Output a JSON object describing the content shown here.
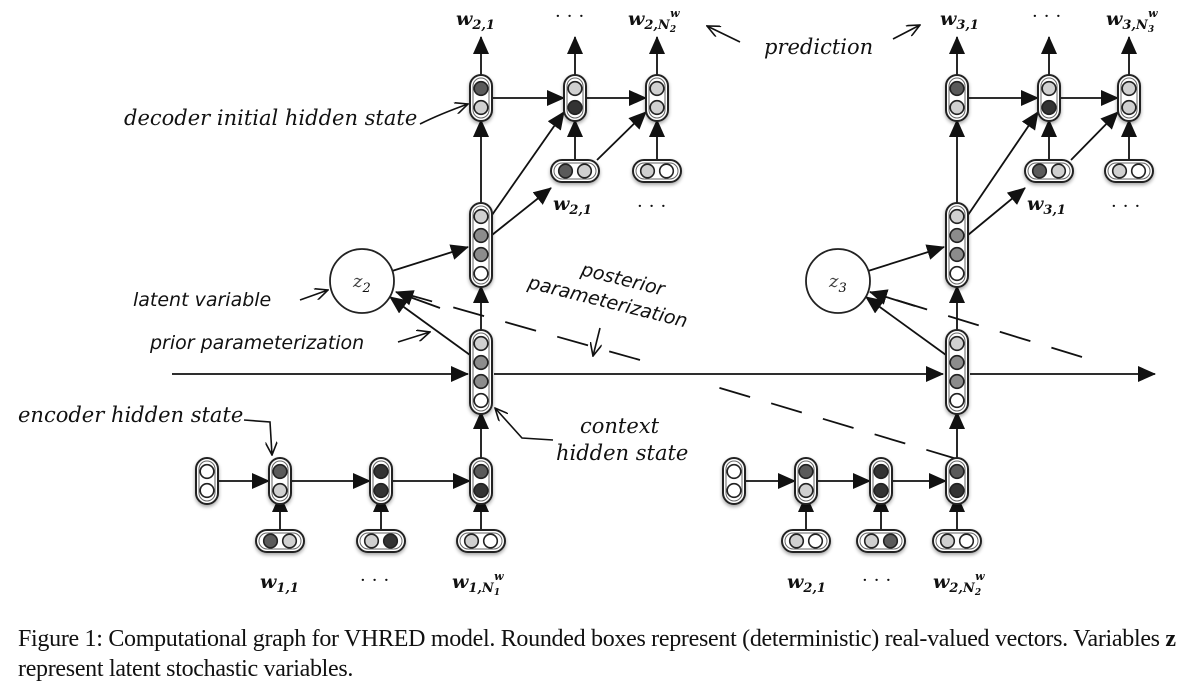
{
  "figure": {
    "labels": {
      "decoder_initial_hidden_state": "decoder initial hidden state",
      "latent_variable": "latent variable",
      "prior_parameterization": "prior parameterization",
      "encoder_hidden_state": "encoder hidden state",
      "prediction": "prediction",
      "posterior_line1": "posterior",
      "posterior_line2": "parameterization",
      "context_line1": "context",
      "context_line2": "hidden state"
    },
    "latent_nodes": [
      {
        "base": "z",
        "sub": "2"
      },
      {
        "base": "z",
        "sub": "3"
      }
    ],
    "word_labels": {
      "utterance1_bottom": [
        {
          "base": "w",
          "sub": "1,1",
          "sup": ""
        },
        {
          "base": "",
          "sub": "",
          "sup": "",
          "dots": "···"
        },
        {
          "base": "w",
          "sub": "1,N",
          "subsub": "1",
          "sup": "w"
        }
      ],
      "utterance2_bottom": [
        {
          "base": "w",
          "sub": "2,1",
          "sup": ""
        },
        {
          "base": "",
          "sub": "",
          "sup": "",
          "dots": "···"
        },
        {
          "base": "w",
          "sub": "2,N",
          "subsub": "2",
          "sup": "w"
        }
      ],
      "utterance2_top": [
        {
          "base": "w",
          "sub": "2,1",
          "sup": ""
        },
        {
          "base": "",
          "sub": "",
          "sup": "",
          "dots": "···"
        },
        {
          "base": "w",
          "sub": "2,N",
          "subsub": "2",
          "sup": "w"
        }
      ],
      "utterance3_top": [
        {
          "base": "w",
          "sub": "3,1",
          "sup": ""
        },
        {
          "base": "",
          "sub": "",
          "sup": "",
          "dots": "···"
        },
        {
          "base": "w",
          "sub": "3,N",
          "subsub": "3",
          "sup": "w"
        }
      ],
      "decoder2_inputs": [
        {
          "base": "w",
          "sub": "2,1"
        },
        {
          "dots": "···"
        }
      ],
      "decoder3_inputs": [
        {
          "base": "w",
          "sub": "3,1"
        },
        {
          "dots": "···"
        }
      ]
    },
    "node_colors": {
      "white": "#ffffff",
      "light": "#d0d0d0",
      "mid": "#8c8c8c",
      "dark": "#5a5a5a",
      "darker": "#333333"
    }
  },
  "caption": {
    "prefix": "Figure 1: Computational graph for VHRED model. Rounded boxes represent (deterministic) real-valued vectors. Variables ",
    "bold_var": "z",
    "suffix": " represent latent stochastic variables."
  }
}
